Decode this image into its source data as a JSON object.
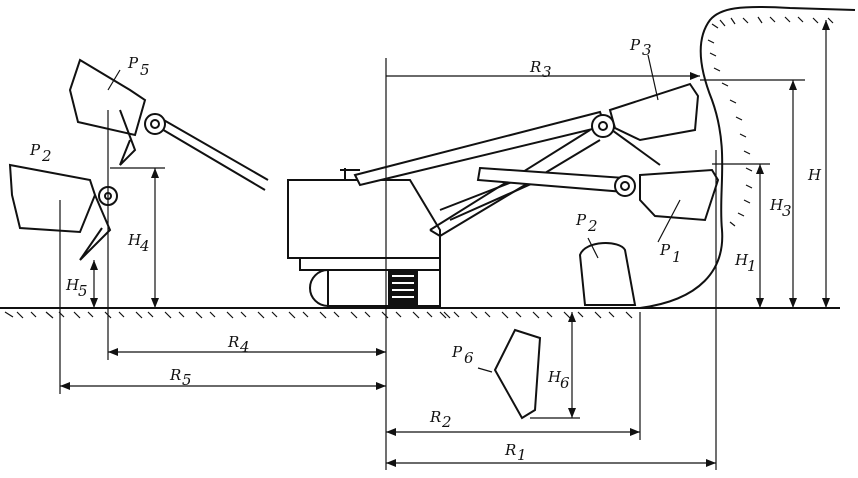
{
  "labels": {
    "p1": "P",
    "p1_sub": "1",
    "p2a": "P",
    "p2a_sub": "2",
    "p2b": "P",
    "p2b_sub": "2",
    "p3": "P",
    "p3_sub": "3",
    "p5": "P",
    "p5_sub": "5",
    "p6": "P",
    "p6_sub": "6",
    "h": "H",
    "h1": "H",
    "h1_sub": "1",
    "h3": "H",
    "h3_sub": "3",
    "h4": "H",
    "h4_sub": "4",
    "h5": "H",
    "h5_sub": "5",
    "h6": "H",
    "h6_sub": "6",
    "r1": "R",
    "r1_sub": "1",
    "r2": "R",
    "r2_sub": "2",
    "r3": "R",
    "r3_sub": "3",
    "r4": "R",
    "r4_sub": "4",
    "r5": "R",
    "r5_sub": "5"
  },
  "colors": {
    "ink": "#111111",
    "paper": "#ffffff"
  }
}
